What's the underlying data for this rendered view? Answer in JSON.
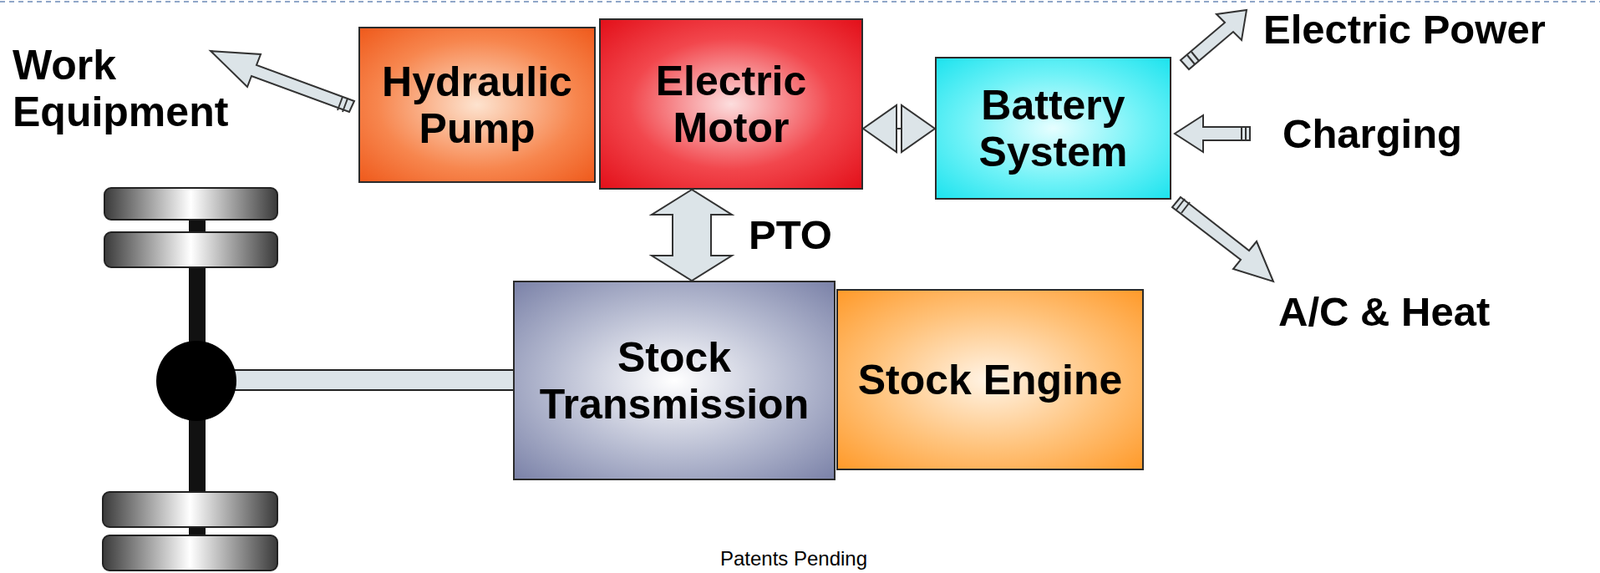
{
  "diagram": {
    "nodes": [
      {
        "text": [
          "Hydraulic Pump"
        ]
      },
      {
        "text": [
          "Electric Motor"
        ]
      },
      {
        "text": [
          "Battery System"
        ]
      },
      {
        "text": [
          "Stock Transmission"
        ]
      },
      {
        "text": [
          "Stock Engine"
        ]
      }
    ],
    "edges": [
      {
        "from": 1,
        "to": 2,
        "arrow": "both"
      },
      {
        "from": 1,
        "to": 3,
        "arrow": "both",
        "label": "PTO"
      }
    ],
    "labels": [
      "Work Equipment",
      "Electric Power",
      "Charging",
      "A/C & Heat",
      "Patents Pending"
    ]
  }
}
